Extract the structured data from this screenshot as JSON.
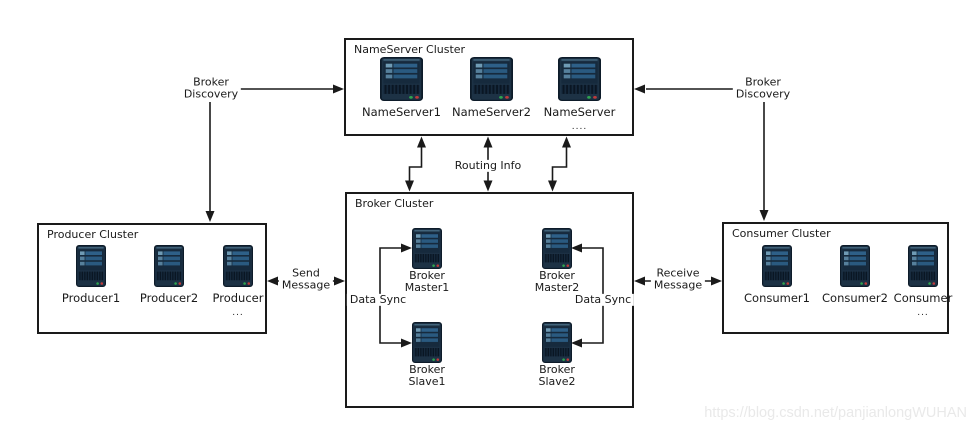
{
  "clusters": {
    "nameserver": {
      "title": "NameServer Cluster",
      "nodes": [
        {
          "label": "NameServer1"
        },
        {
          "label": "NameServer2"
        },
        {
          "label": "NameServer",
          "more": "...."
        }
      ]
    },
    "broker": {
      "title": "Broker Cluster",
      "nodes": [
        {
          "label": "Broker\nMaster1"
        },
        {
          "label": "Broker\nMaster2"
        },
        {
          "label": "Broker\nSlave1"
        },
        {
          "label": "Broker\nSlave2"
        }
      ]
    },
    "producer": {
      "title": "Producer Cluster",
      "nodes": [
        {
          "label": "Producer1"
        },
        {
          "label": "Producer2"
        },
        {
          "label": "Producer",
          "more": "..."
        }
      ]
    },
    "consumer": {
      "title": "Consumer Cluster",
      "nodes": [
        {
          "label": "Consumer1"
        },
        {
          "label": "Consumer2"
        },
        {
          "label": "Consumer",
          "more": "..."
        }
      ]
    }
  },
  "edges": {
    "broker_discovery_left": "Broker\nDiscovery",
    "broker_discovery_right": "Broker\nDiscovery",
    "routing_info": "Routing Info",
    "send_message": "Send\nMessage",
    "receive_message": "Receive\nMessage",
    "data_sync_left": "Data Sync",
    "data_sync_right": "Data Sync"
  },
  "watermark": "https://blog.csdn.net/panjianlongWUHAN",
  "colors": {
    "line": "#1a1a1a",
    "box_border": "#1a1a1a",
    "background": "#ffffff",
    "watermark_text": "#e9e9e9",
    "server_body": "#1d3245",
    "server_panel": "#162a3d",
    "server_bar": "#2e6088",
    "server_bar_cap": "#6f9bb5",
    "server_grille_stripe": "#0a1623",
    "led_green": "#2fa44f",
    "led_red": "#bf3b3b"
  }
}
